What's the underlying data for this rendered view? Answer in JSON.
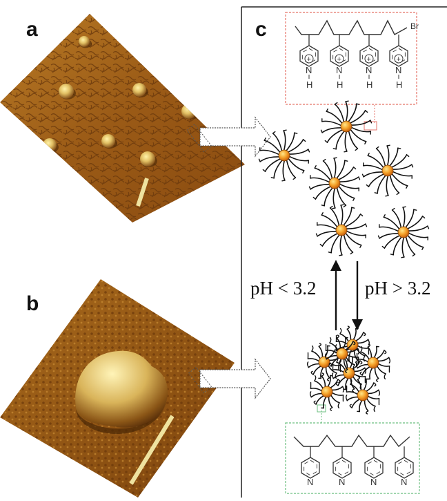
{
  "panels": {
    "a": {
      "letter": "a"
    },
    "b": {
      "letter": "b"
    },
    "c": {
      "letter": "c"
    }
  },
  "labels": {
    "ph_low": "pH < 3.2",
    "ph_high": "pH > 3.2",
    "bromine": "Br",
    "nitrogen": "N",
    "hydrogen": "H",
    "plus": "+"
  },
  "colors": {
    "afm_dark": "#6b3a0c",
    "afm_mid": "#a8661b",
    "afm_light": "#d9b25a",
    "scale_bar": "#efe3a0",
    "core_orange": "#f08a1a",
    "core_yellow": "#ffd95a",
    "protonated_box": "#e57368",
    "neutral_box": "#6bbf7f",
    "frame": "#222222"
  }
}
